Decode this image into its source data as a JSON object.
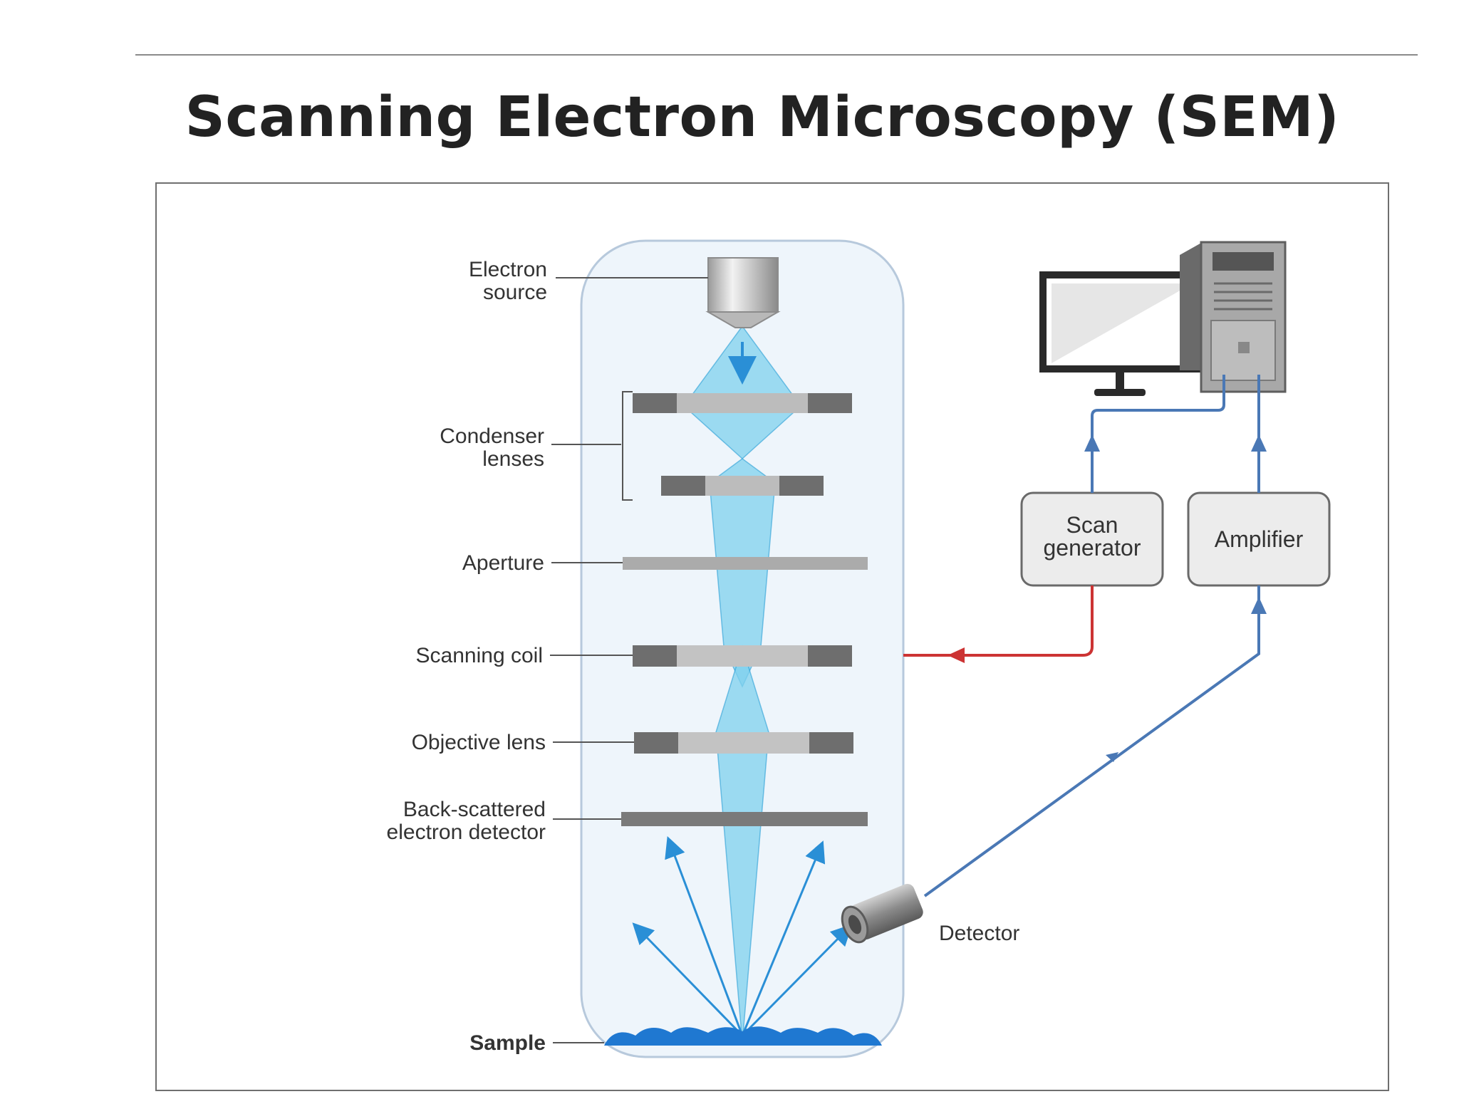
{
  "title": "Scanning Electron Microscopy (SEM)",
  "labels": {
    "electron_source": [
      "Electron",
      "source"
    ],
    "condenser_lenses": [
      "Condenser",
      "lenses"
    ],
    "aperture": "Aperture",
    "scanning_coil": "Scanning coil",
    "objective_lens": "Objective lens",
    "backscattered_detector": [
      "Back-scattered",
      "electron detector"
    ],
    "sample": "Sample",
    "detector": "Detector",
    "scan_generator": [
      "Scan",
      "generator"
    ],
    "amplifier": "Amplifier"
  },
  "colors": {
    "beam": "#7fd0ee",
    "beam_edge": "#2a9fd6",
    "column_fill": "#eef5fb",
    "column_edge": "#b7c9dc",
    "signal_line": "#4a78b5",
    "scan_line": "#cc3333",
    "sample": "#1f78d1",
    "lens_dark": "#6e6e6e",
    "lens_light": "#bcbcbc"
  }
}
